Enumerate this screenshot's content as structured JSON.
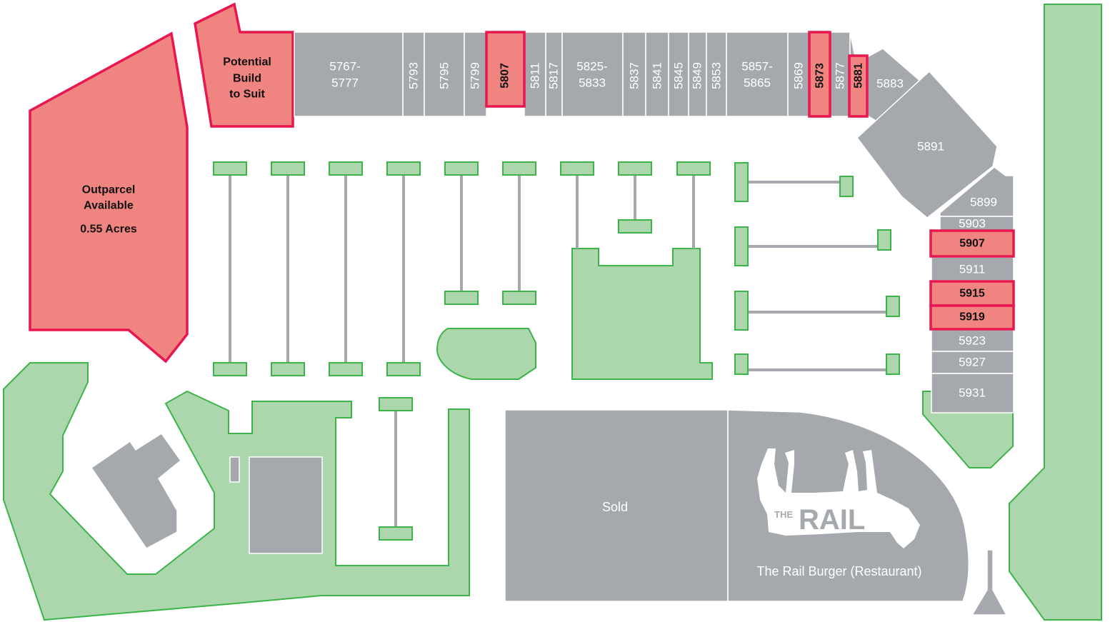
{
  "colors": {
    "building": "#a5a9ae",
    "available_fill": "#f08480",
    "available_border": "#e8174f",
    "landscape_fill": "#acd7ad",
    "landscape_border": "#3cb44a",
    "label_light": "#ffffff",
    "label_dark": "#111111"
  },
  "outparcel": {
    "line1": "Outparcel",
    "line2": "Available",
    "acres": "0.55 Acres"
  },
  "build_to_suit": {
    "line1": "Potential",
    "line2": "Build",
    "line3": "to Suit"
  },
  "suites": [
    {
      "id": "5767-5777",
      "line1": "5767-",
      "line2": "5777",
      "available": false
    },
    {
      "id": "5793",
      "label": "5793",
      "available": false
    },
    {
      "id": "5795",
      "label": "5795",
      "available": false
    },
    {
      "id": "5799",
      "label": "5799",
      "available": false
    },
    {
      "id": "5807",
      "label": "5807",
      "available": true
    },
    {
      "id": "5811",
      "label": "5811",
      "available": false
    },
    {
      "id": "5817",
      "label": "5817",
      "available": false
    },
    {
      "id": "5825-5833",
      "line1": "5825-",
      "line2": "5833",
      "available": false
    },
    {
      "id": "5837",
      "label": "5837",
      "available": false
    },
    {
      "id": "5841",
      "label": "5841",
      "available": false
    },
    {
      "id": "5845",
      "label": "5845",
      "available": false
    },
    {
      "id": "5849",
      "label": "5849",
      "available": false
    },
    {
      "id": "5853",
      "label": "5853",
      "available": false
    },
    {
      "id": "5857-5865",
      "line1": "5857-",
      "line2": "5865",
      "available": false
    },
    {
      "id": "5869",
      "label": "5869",
      "available": false
    },
    {
      "id": "5873",
      "label": "5873",
      "available": true
    },
    {
      "id": "5877",
      "label": "5877",
      "available": false
    },
    {
      "id": "5881",
      "label": "5881",
      "available": true
    },
    {
      "id": "5883",
      "label": "5883",
      "available": false
    },
    {
      "id": "5891",
      "label": "5891",
      "available": false
    },
    {
      "id": "5899",
      "label": "5899",
      "available": false
    },
    {
      "id": "5903",
      "label": "5903",
      "available": false
    },
    {
      "id": "5907",
      "label": "5907",
      "available": true
    },
    {
      "id": "5911",
      "label": "5911",
      "available": false
    },
    {
      "id": "5915",
      "label": "5915",
      "available": true
    },
    {
      "id": "5919",
      "label": "5919",
      "available": true
    },
    {
      "id": "5923",
      "label": "5923",
      "available": false
    },
    {
      "id": "5927",
      "label": "5927",
      "available": false
    },
    {
      "id": "5931",
      "label": "5931",
      "available": false
    }
  ],
  "pads": {
    "sold": "Sold",
    "restaurant": "The Rail Burger (Restaurant)",
    "logo_the": "THE",
    "logo_rail": "RAIL"
  }
}
